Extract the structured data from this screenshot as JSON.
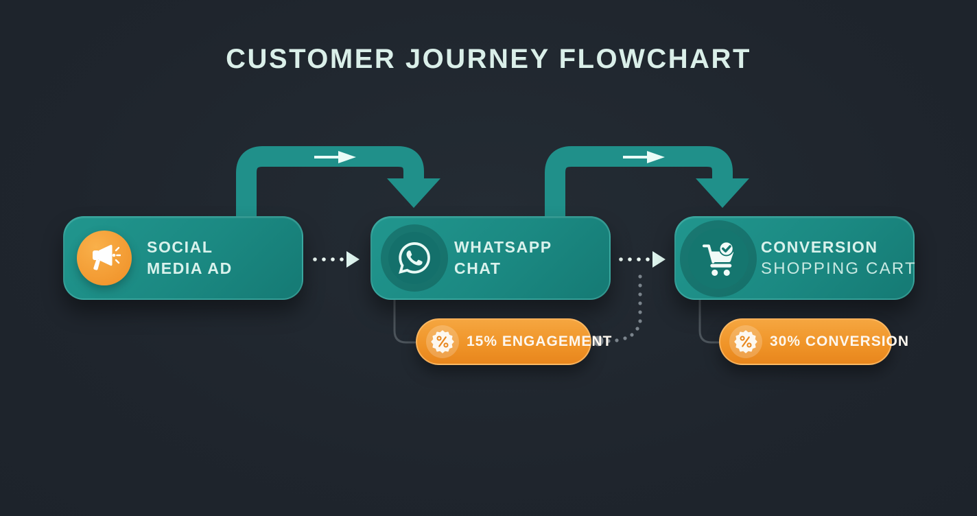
{
  "title": "CUSTOMER JOURNEY FLOWCHART",
  "colors": {
    "background": "#1f252d",
    "node_teal": "#1b8982",
    "pipe_teal": "#20908a",
    "icon_circle_teal_dark": "#14706b",
    "badge_orange": "#ef9327",
    "icon_circle_orange": "#f4a238",
    "mint_text": "#d9f2ec",
    "white_text": "#fdf7ef",
    "gray_connector": "#4c545b",
    "gray_dots": "#7b848c"
  },
  "nodes": [
    {
      "line1": "SOCIAL",
      "line2": "MEDIA AD",
      "icon": "megaphone-icon"
    },
    {
      "line1": "WHATSAPP",
      "line2": "CHAT",
      "icon": "whatsapp-icon"
    },
    {
      "line1": "CONVERSION",
      "line2": "SHOPPING CART",
      "icon": "shopping-cart-icon"
    }
  ],
  "badges": [
    {
      "label": "15% ENGAGEMENT",
      "icon": "percent-seal-icon"
    },
    {
      "label": "30% CONVERSION",
      "icon": "percent-seal-icon"
    }
  ],
  "connectors": {
    "pipe_arrows": [
      "social-media-ad to whatsapp-chat",
      "whatsapp-chat to conversion"
    ],
    "dotted_arrows": [
      "social-media-ad to whatsapp-chat",
      "whatsapp-chat to conversion"
    ],
    "elbow_lines": [
      "whatsapp-chat to 15% engagement badge",
      "conversion to 30% conversion badge"
    ],
    "dotted_curve": "15% engagement badge up to flow line"
  }
}
